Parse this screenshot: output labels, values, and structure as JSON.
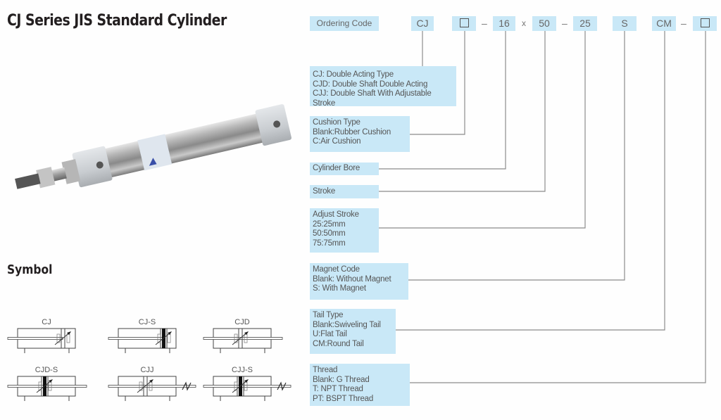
{
  "title": "CJ Series JIS Standard Cylinder",
  "symbol_heading": "Symbol",
  "ordering": {
    "label": "Ordering Code",
    "segments": [
      {
        "text": "CJ",
        "kind": "text"
      },
      {
        "text": "",
        "kind": "blank-square"
      },
      {
        "text": "16",
        "kind": "text"
      },
      {
        "text": "50",
        "kind": "text"
      },
      {
        "text": "25",
        "kind": "text"
      },
      {
        "text": "S",
        "kind": "text"
      },
      {
        "text": "CM",
        "kind": "text"
      },
      {
        "text": "",
        "kind": "blank-square"
      }
    ],
    "separators": [
      "–",
      "x",
      "–",
      "–"
    ]
  },
  "descriptions": [
    {
      "lines": [
        "CJ: Double Acting Type",
        "CJD: Double Shaft Double Acting",
        "CJJ: Double Shaft With Adjustable Stroke"
      ]
    },
    {
      "lines": [
        "Cushion Type",
        "Blank:Rubber Cushion",
        "C:Air Cushion"
      ]
    },
    {
      "lines": [
        "Cylinder Bore"
      ]
    },
    {
      "lines": [
        "Stroke"
      ]
    },
    {
      "lines": [
        "Adjust Stroke",
        "25:25mm",
        "50:50mm",
        "75:75mm"
      ]
    },
    {
      "lines": [
        "Magnet Code",
        "Blank: Without Magnet",
        "S: With Magnet"
      ]
    },
    {
      "lines": [
        "Tail Type",
        "Blank:Swiveling Tail",
        "U:Flat Tail",
        "CM:Round Tail"
      ]
    },
    {
      "lines": [
        "Thread",
        "Blank: G Thread",
        "T: NPT Thread",
        "PT: BSPT Thread"
      ]
    }
  ],
  "symbols": [
    {
      "label": "CJ",
      "magnet": false,
      "double_shaft": false,
      "adjustable": false
    },
    {
      "label": "CJ-S",
      "magnet": true,
      "double_shaft": false,
      "adjustable": false
    },
    {
      "label": "CJD",
      "magnet": false,
      "double_shaft": true,
      "adjustable": false
    },
    {
      "label": "CJD-S",
      "magnet": true,
      "double_shaft": true,
      "adjustable": false
    },
    {
      "label": "CJJ",
      "magnet": false,
      "double_shaft": true,
      "adjustable": true
    },
    {
      "label": "CJJ-S",
      "magnet": true,
      "double_shaft": true,
      "adjustable": true
    }
  ],
  "colors": {
    "box_fill": "#c9e8f7",
    "line": "#8c8c8c",
    "text": "#555555",
    "title": "#231f20"
  }
}
